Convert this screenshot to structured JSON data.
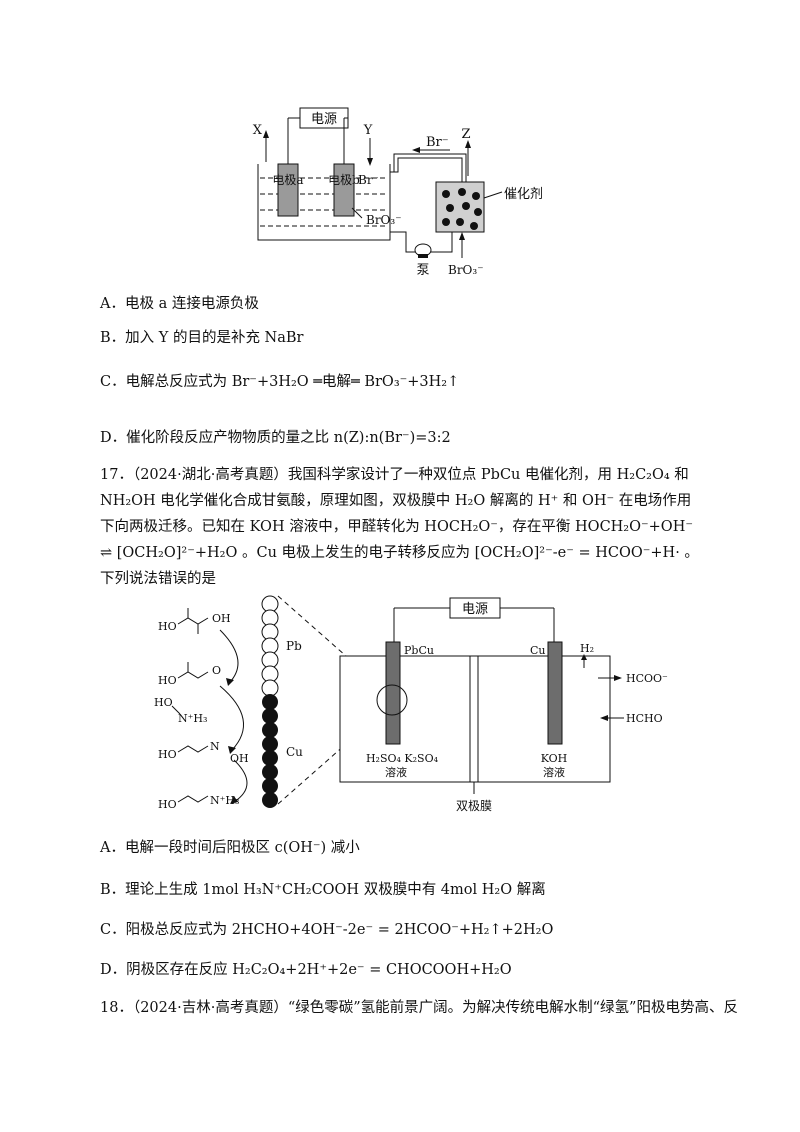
{
  "figure1": {
    "power_label": "电源",
    "x_label": "X",
    "y_label": "Y",
    "z_label": "Z",
    "br_arrow_label": "Br⁻",
    "electrode_a": "电极a",
    "electrode_b": "电极b",
    "br_in_tank": "Br⁻",
    "bro3_tank": "BrO₃⁻",
    "catalyst": "催化剂",
    "pump": "泵",
    "bro3_in": "BrO₃⁻"
  },
  "q16_options": {
    "A": "A．电极 a 连接电源负极",
    "B": "B．加入 Y 的目的是补充 NaBr",
    "C": "C．电解总反应式为 Br⁻+3H₂O ═电解═ BrO₃⁻+3H₂↑",
    "D": "D．催化阶段反应产物物质的量之比 n(Z):n(Br⁻)=3:2"
  },
  "q17": {
    "stem": "17．（2024·湖北·高考真题）我国科学家设计了一种双位点 PbCu 电催化剂，用 H₂C₂O₄ 和 NH₂OH 电化学催化合成甘氨酸，原理如图，双极膜中 H₂O 解离的 H⁺ 和 OH⁻ 在电场作用下向两极迁移。已知在 KOH 溶液中，甲醛转化为 HOCH₂O⁻，存在平衡 HOCH₂O⁻+OH⁻ ⇌ [OCH₂O]²⁻+H₂O 。Cu 电极上发生的电子转移反应为 [OCH₂O]²⁻-e⁻ = HCOO⁻+H· 。下列说法错误的是",
    "options": {
      "A": "A．电解一段时间后阳极区 c(OH⁻) 减小",
      "B": "B．理论上生成 1mol H₃N⁺CH₂COOH 双极膜中有 4mol H₂O 解离",
      "C": "C．阳极总反应式为 2HCHO+4OH⁻-2e⁻ = 2HCOO⁻+H₂↑+2H₂O",
      "D": "D．阴极区存在反应 H₂C₂O₄+2H⁺+2e⁻ = CHOCOOH+H₂O"
    }
  },
  "figure2": {
    "power_label": "电源",
    "pbcu_label": "PbCu",
    "cu_electrode_label": "Cu",
    "h2_label": "H₂",
    "hcoo_label": "HCOO⁻",
    "hcho_label": "HCHO",
    "left_solution": "H₂SO₄  K₂SO₄",
    "left_solution_2": "溶液",
    "right_solution": "KOH",
    "right_solution_2": "溶液",
    "membrane": "双极膜",
    "pb_label": "Pb",
    "cu_label": "Cu",
    "mol_oh": "OH",
    "mol_ho1": "HO",
    "mol_ho2": "HO",
    "mol_o": "O",
    "mol_honh3_ho": "HO",
    "mol_honh3_n": "N⁺H₃",
    "mol_oxime_ho": "HO",
    "mol_oxime_n": "N",
    "mol_oxime_oh": "OH",
    "mol_gly_ho": "HO",
    "mol_gly_n": "N⁺H₃"
  },
  "q18_stem": "18．（2024·吉林·高考真题）“绿色零碳”氢能前景广阔。为解决传统电解水制“绿氢”阳极电势高、反"
}
